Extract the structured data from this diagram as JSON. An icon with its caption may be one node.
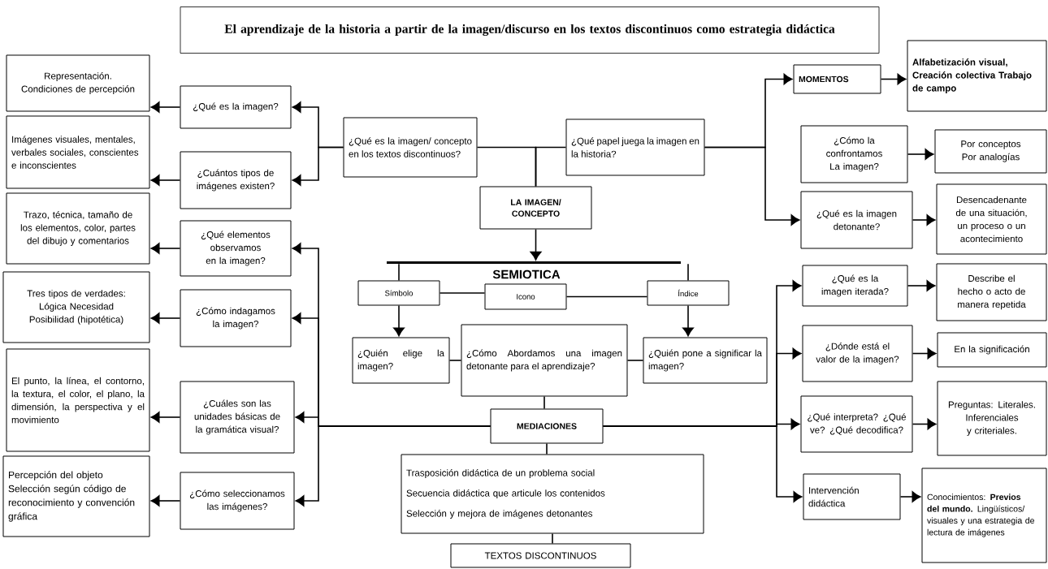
{
  "diagram": {
    "title": "El aprendizaje de la historia a partir de la imagen/discurso en los textos discontinuos como estrategia didáctica",
    "nodes": [
      {
        "text": [
          "¿Qué es la imagen/ concepto en los textos discontinuos?"
        ]
      },
      {
        "text": [
          "¿Qué papel juega la imagen en la historia?"
        ]
      },
      {
        "text": [
          "LA IMAGEN/ CONCEPTO"
        ]
      },
      {
        "text": [
          "Símbolo"
        ]
      },
      {
        "text": [
          "Icono"
        ]
      },
      {
        "text": [
          "Índice"
        ]
      },
      {
        "text": [
          "¿Quién elige la imagen?"
        ]
      },
      {
        "text": [
          "¿Cómo Abordamos una imagen detonante para el aprendizaje?"
        ]
      },
      {
        "text": [
          "¿Quién pone a significar la imagen?"
        ]
      },
      {
        "text": [
          "MEDIACIONES"
        ]
      },
      {
        "text": [
          "Trasposición didáctica de un problema social",
          "Secuencia didáctica que articule los contenidos",
          "Selección y mejora de imágenes detonantes"
        ]
      },
      {
        "text": [
          "TEXTOS DISCONTINUOS"
        ]
      },
      {
        "text": [
          "¿Qué es la imagen?"
        ]
      },
      {
        "text": [
          "¿Cuántos tipos de imágenes existen?"
        ]
      },
      {
        "text": [
          "¿Qué elementos observamos en la imagen?"
        ]
      },
      {
        "text": [
          "¿Cómo indagamos la imagen?"
        ]
      },
      {
        "text": [
          "¿Cuáles son las unidades básicas de la gramática visual?"
        ]
      },
      {
        "text": [
          "¿Cómo seleccionamos las imágenes?"
        ]
      },
      {
        "text": [
          "Representación. Condiciones de percepción"
        ]
      },
      {
        "text": [
          "Imágenes visuales, mentales, verbales sociales, conscientes e inconscientes"
        ]
      },
      {
        "text": [
          "Trazo, técnica, tamaño de los elementos, color, partes del dibujo y comentarios"
        ]
      },
      {
        "text": [
          "Tres tipos de verdades: Lógica Necesidad Posibilidad (hipotética)"
        ]
      },
      {
        "text": [
          "El punto, la línea, el contorno, la textura, el color, el plano, la dimensión, la perspectiva y el movimiento"
        ]
      },
      {
        "text": [
          "Percepción del objeto Selección según código de reconocimiento y convención gráfica"
        ]
      },
      {
        "text": [
          "MOMENTOS"
        ]
      },
      {
        "text": [
          "Alfabetización visual, Creación colectiva Trabajo de campo"
        ]
      },
      {
        "text": [
          "¿Cómo la confrontamos La imagen?"
        ]
      },
      {
        "text": [
          "Por conceptos Por analogías"
        ]
      },
      {
        "text": [
          "¿Qué es la imagen detonante?"
        ]
      },
      {
        "text": [
          "Desencadenante de una situación, un proceso o un acontecimiento"
        ]
      },
      {
        "text": [
          "¿Qué es la imagen iterada?"
        ]
      },
      {
        "text": [
          "Describe el hecho o acto de manera repetida"
        ]
      },
      {
        "text": [
          "¿Dónde está el valor de la imagen?"
        ]
      },
      {
        "text": [
          "En la significación"
        ]
      },
      {
        "text": [
          "¿Qué interpreta? ¿Qué ve? ¿Qué decodifica?"
        ]
      },
      {
        "text": [
          "Preguntas: Literales. Inferenciales y criteriales."
        ]
      },
      {
        "text": [
          "Intervención didáctica"
        ]
      },
      {
        "text": [
          "Conocimientos: **Previos del mundo.** Lingüísticos/ visuales y una estrategia de lectura de imágenes"
        ]
      },
      {
        "text": [],
        "shape": "bar"
      }
    ],
    "edges": [
      {
        "from": 2,
        "to": 0,
        "arrow": "none"
      },
      {
        "from": 2,
        "to": 1,
        "arrow": "none"
      },
      {
        "from": 0,
        "to": 12,
        "arrow": "to"
      },
      {
        "from": 0,
        "to": 13,
        "arrow": "to"
      },
      {
        "from": 1,
        "to": 24,
        "arrow": "to"
      },
      {
        "from": 1,
        "to": 28,
        "arrow": "to"
      },
      {
        "from": 24,
        "to": 25,
        "arrow": "to"
      },
      {
        "from": 26,
        "to": 27,
        "arrow": "to"
      },
      {
        "from": 28,
        "to": 29,
        "arrow": "to"
      },
      {
        "from": 38,
        "to": 3,
        "arrow": "none"
      },
      {
        "from": 38,
        "to": 5,
        "arrow": "none"
      },
      {
        "from": 3,
        "to": 4,
        "arrow": "none"
      },
      {
        "from": 4,
        "to": 5,
        "arrow": "none"
      },
      {
        "from": 3,
        "to": 6,
        "arrow": "to"
      },
      {
        "from": 5,
        "to": 8,
        "arrow": "to"
      },
      {
        "from": 6,
        "to": 7,
        "arrow": "none"
      },
      {
        "from": 7,
        "to": 8,
        "arrow": "none"
      },
      {
        "from": 7,
        "to": 9,
        "arrow": "none"
      },
      {
        "from": 9,
        "to": 14,
        "arrow": "to"
      },
      {
        "from": 9,
        "to": 15,
        "arrow": "to"
      },
      {
        "from": 9,
        "to": 16,
        "arrow": "to"
      },
      {
        "from": 9,
        "to": 17,
        "arrow": "to"
      },
      {
        "from": 9,
        "to": 30,
        "arrow": "to"
      },
      {
        "from": 9,
        "to": 32,
        "arrow": "to"
      },
      {
        "from": 9,
        "to": 34,
        "arrow": "to"
      },
      {
        "from": 9,
        "to": 36,
        "arrow": "to"
      },
      {
        "from": 12,
        "to": 18,
        "arrow": "to"
      },
      {
        "from": 13,
        "to": 19,
        "arrow": "to"
      },
      {
        "from": 14,
        "to": 20,
        "arrow": "to"
      },
      {
        "from": 15,
        "to": 21,
        "arrow": "to"
      },
      {
        "from": 16,
        "to": 22,
        "arrow": "to"
      },
      {
        "from": 17,
        "to": 23,
        "arrow": "to"
      },
      {
        "from": 30,
        "to": 31,
        "arrow": "to"
      },
      {
        "from": 32,
        "to": 33,
        "arrow": "to"
      },
      {
        "from": 34,
        "to": 35,
        "arrow": "to"
      },
      {
        "from": 36,
        "to": 37,
        "arrow": "to"
      },
      {
        "from": 9,
        "to": 10,
        "arrow": "none"
      },
      {
        "from": 10,
        "to": 11,
        "arrow": "none"
      },
      {
        "from": 2,
        "to": 38,
        "arrow": "to"
      }
    ],
    "labels": [
      "SEMIOTICA"
    ]
  }
}
